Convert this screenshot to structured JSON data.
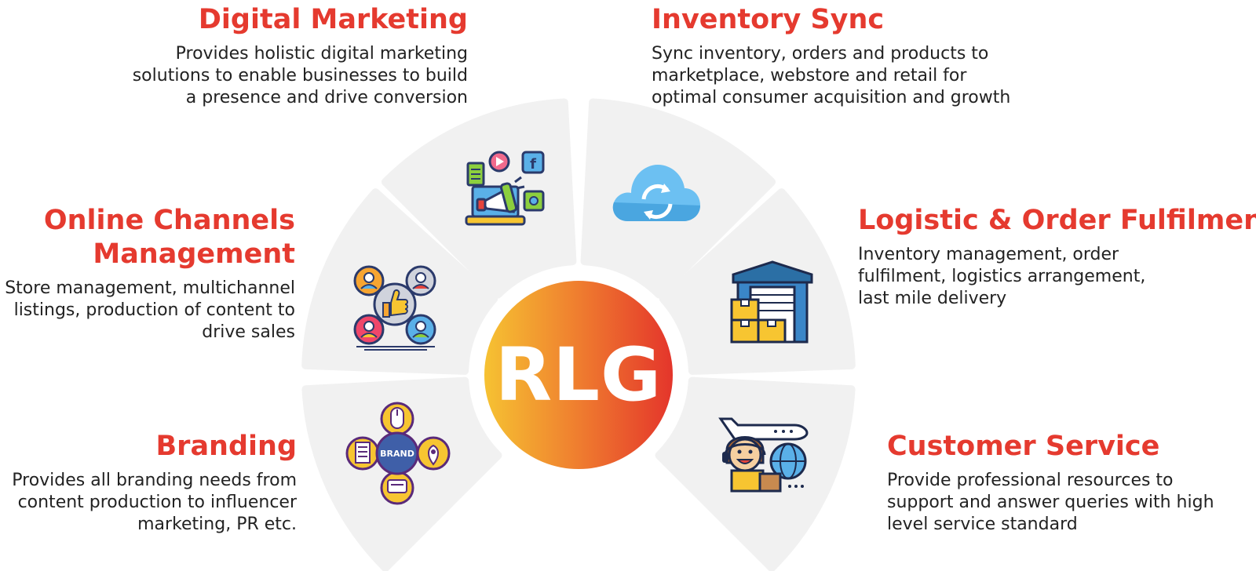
{
  "center": {
    "label": "RLG",
    "gradient": [
      "#f6c232",
      "#ef7d2f",
      "#e4352b"
    ]
  },
  "colors": {
    "title": "#e53a2f",
    "text": "#222222",
    "segment": "#f1f1f1"
  },
  "services": [
    {
      "id": "digital-marketing",
      "title_lines": [
        "Digital Marketing"
      ],
      "desc_lines": [
        "Provides holistic digital marketing",
        "solutions to enable businesses to build",
        "a presence and drive conversion"
      ],
      "icon": "megaphone-laptop-icon"
    },
    {
      "id": "inventory-sync",
      "title_lines": [
        "Inventory Sync"
      ],
      "desc_lines": [
        "Sync inventory, orders and products to",
        "marketplace, webstore and retail for",
        "optimal consumer acquisition and growth"
      ],
      "icon": "cloud-sync-icon"
    },
    {
      "id": "online-channels-management",
      "title_lines": [
        "Online Channels",
        "Management"
      ],
      "desc_lines": [
        "Store management, multichannel",
        "listings, production of content to",
        "drive sales"
      ],
      "icon": "network-thumbs-up-icon"
    },
    {
      "id": "logistic-order-fulfilment",
      "title_lines": [
        "Logistic & Order Fulfilment"
      ],
      "desc_lines": [
        "Inventory management, order",
        "fulfilment, logistics arrangement,",
        "last mile delivery"
      ],
      "icon": "warehouse-boxes-icon"
    },
    {
      "id": "branding",
      "title_lines": [
        "Branding"
      ],
      "desc_lines": [
        "Provides all branding needs from",
        "content production to influencer",
        "marketing, PR etc."
      ],
      "icon": "brand-hub-icon",
      "icon_text": "BRAND"
    },
    {
      "id": "customer-service",
      "title_lines": [
        "Customer Service"
      ],
      "desc_lines": [
        "Provide professional resources to",
        "support and answer queries with high",
        "level service standard"
      ],
      "icon": "support-agent-icon"
    }
  ]
}
